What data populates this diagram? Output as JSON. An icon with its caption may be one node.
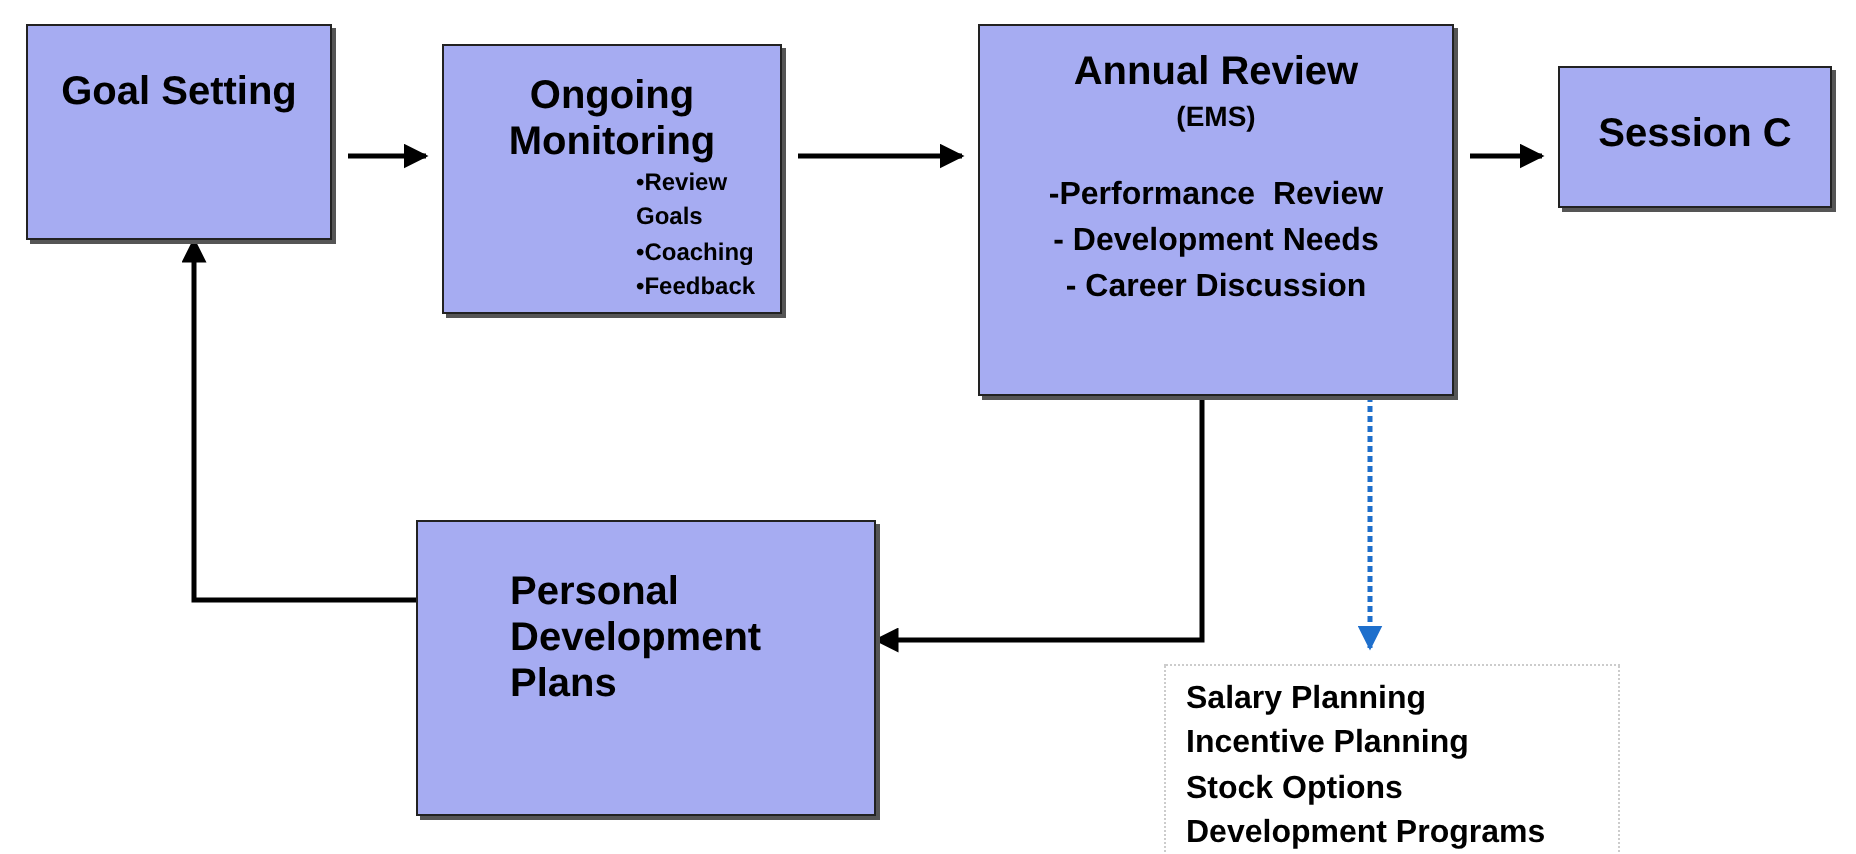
{
  "diagram": {
    "nodes": [
      {
        "text": [
          "Goal Setting"
        ]
      },
      {
        "text": [
          "Ongoing Monitoring",
          "•Review Goals",
          "•Coaching",
          "•Feedback"
        ]
      },
      {
        "text": [
          "Annual Review",
          "(EMS)",
          "-Performance  Review",
          "- Development Needs",
          "- Career Discussion"
        ]
      },
      {
        "text": [
          "Session C"
        ]
      },
      {
        "text": [
          "Personal Development Plans"
        ]
      },
      {
        "text": [
          "Salary Planning",
          "Incentive Planning",
          "Stock Options",
          "Development Programs"
        ]
      }
    ],
    "edges": [
      {
        "from": 0,
        "to": 1,
        "arrow": "to"
      },
      {
        "from": 1,
        "to": 2,
        "arrow": "to"
      },
      {
        "from": 2,
        "to": 3,
        "arrow": "to"
      },
      {
        "from": 2,
        "to": 4,
        "arrow": "to"
      },
      {
        "from": 4,
        "to": 0,
        "arrow": "to"
      },
      {
        "from": 2,
        "to": 5,
        "arrow": "to",
        "style": "dashed",
        "color": "#1e6fcc"
      }
    ]
  }
}
